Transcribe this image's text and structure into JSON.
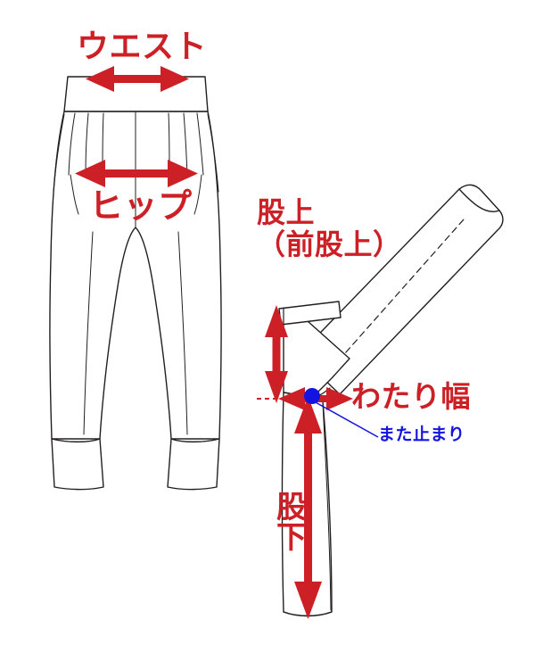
{
  "diagram": {
    "title": "pants measurement diagram",
    "colors": {
      "measure_red": "#cc2026",
      "crotch_blue": "#1414e0",
      "garment_outline": "#231f20",
      "background": "#ffffff"
    },
    "labels": {
      "waist": "ウエスト",
      "hip": "ヒップ",
      "rise_line1": "股上",
      "rise_line2": "（前股上）",
      "thigh_width": "わたり幅",
      "crotch_point": "また止まり",
      "inseam_line1": "股",
      "inseam_line2": "下"
    },
    "views": {
      "front": "front view of jogger pants",
      "side": "side view with one leg raised"
    },
    "markers": {
      "crotch_point_dot": "blue-dot",
      "crotch_level_guide": "red-dashed-line"
    },
    "measurements": [
      {
        "name": "waist",
        "label": "ウエスト",
        "arrow": "double-horizontal",
        "view": "front"
      },
      {
        "name": "hip",
        "label": "ヒップ",
        "arrow": "double-horizontal",
        "view": "front"
      },
      {
        "name": "rise",
        "label": "股上（前股上）",
        "arrow": "double-vertical",
        "view": "side"
      },
      {
        "name": "thigh-width",
        "label": "わたり幅",
        "arrow": "double-horizontal",
        "view": "side"
      },
      {
        "name": "inseam",
        "label": "股下",
        "arrow": "double-vertical",
        "view": "side"
      },
      {
        "name": "crotch-point",
        "label": "また止まり",
        "arrow": "leader-line",
        "view": "side"
      }
    ]
  }
}
